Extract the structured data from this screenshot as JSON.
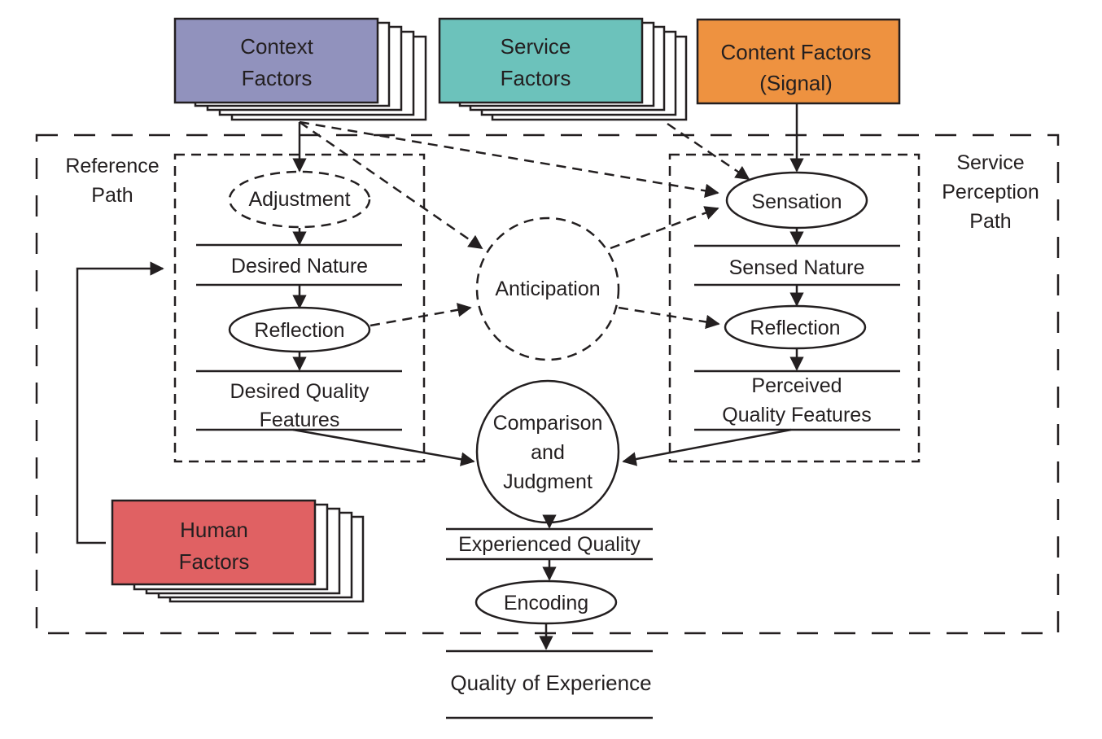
{
  "colors": {
    "context": "#9192bd",
    "service": "#6cc2bb",
    "content": "#ee9240",
    "human": "#e06163",
    "line": "#231f20"
  },
  "factors": {
    "context": [
      "Context",
      "Factors"
    ],
    "service": [
      "Service",
      "Factors"
    ],
    "content": [
      "Content Factors",
      "(Signal)"
    ],
    "human": [
      "Human",
      "Factors"
    ]
  },
  "paths": {
    "reference": [
      "Reference",
      "Path"
    ],
    "service_perception": [
      "Service",
      "Perception",
      "Path"
    ]
  },
  "reference_path": {
    "adjustment": "Adjustment",
    "desired_nature": "Desired Nature",
    "reflection": "Reflection",
    "desired_quality_features": [
      "Desired Quality",
      "Features"
    ]
  },
  "perception_path": {
    "sensation": "Sensation",
    "sensed_nature": "Sensed Nature",
    "reflection": "Reflection",
    "perceived_quality_features": [
      "Perceived",
      "Quality Features"
    ]
  },
  "center": {
    "anticipation": "Anticipation",
    "comparison": [
      "Comparison",
      "and",
      "Judgment"
    ],
    "experienced_quality": "Experienced Quality",
    "encoding": "Encoding",
    "quality_of_experience": "Quality of Experience"
  }
}
